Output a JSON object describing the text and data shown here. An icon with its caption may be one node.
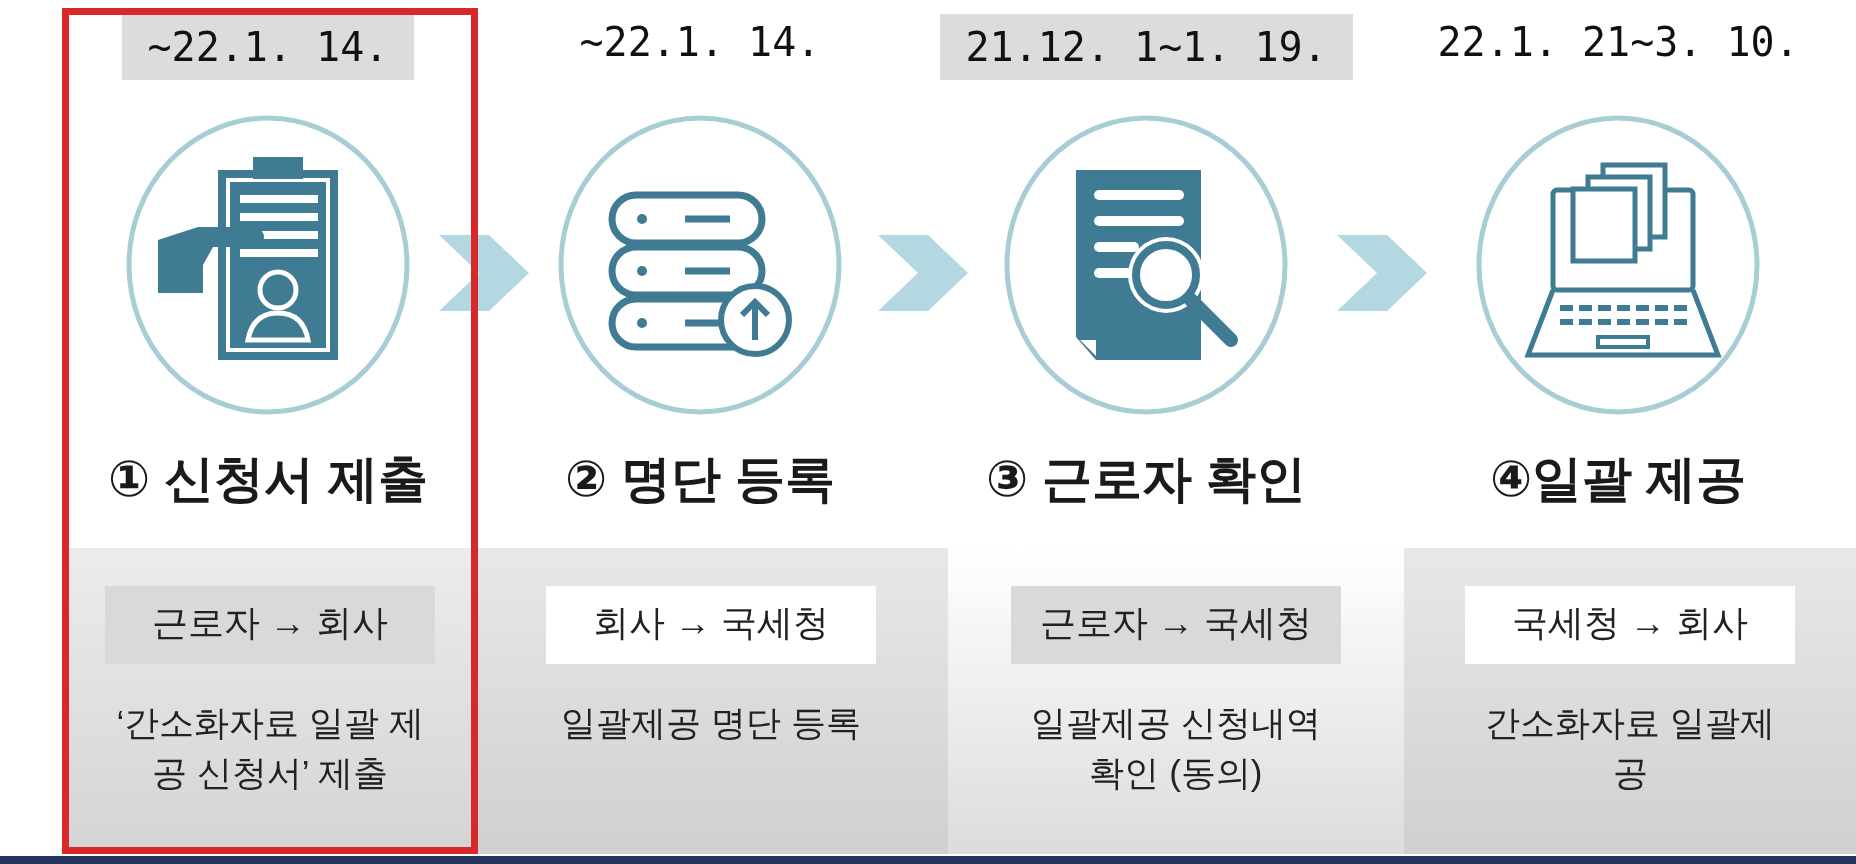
{
  "diagram": {
    "nodes": [
      {
        "text": [],
        "shape": "circle",
        "beside": [
          "~22.1. 14.",
          "① 신청서 제출"
        ]
      },
      {
        "text": [],
        "shape": "circle",
        "beside": [
          "~22.1. 14.",
          "② 명단 등록"
        ]
      },
      {
        "text": [],
        "shape": "circle",
        "beside": [
          "21.12. 1~1. 19.",
          "③ 근로자 확인"
        ]
      },
      {
        "text": [],
        "shape": "circle",
        "beside": [
          "22.1. 21~3. 10.",
          "④일괄 제공"
        ]
      },
      {
        "text": [
          "‘간소화자료 일괄 제공 신청서’ 제출"
        ]
      },
      {
        "text": [
          "근로자 → 회사"
        ],
        "in": 4
      },
      {
        "text": [
          "일괄제공 명단 등록"
        ]
      },
      {
        "text": [
          "회사 → 국세청"
        ],
        "in": 6
      },
      {
        "text": [
          "일괄제공 신청내역 확인 (동의)"
        ]
      },
      {
        "text": [
          "근로자 → 국세청"
        ],
        "in": 8
      },
      {
        "text": [
          "간소화자료 일괄제공"
        ]
      },
      {
        "text": [
          "국세청 → 회사"
        ],
        "in": 10
      }
    ],
    "edges": [
      {
        "from": 0,
        "to": 1,
        "arrow": "to"
      },
      {
        "from": 1,
        "to": 2,
        "arrow": "to"
      },
      {
        "from": 2,
        "to": 3,
        "arrow": "to"
      }
    ]
  }
}
